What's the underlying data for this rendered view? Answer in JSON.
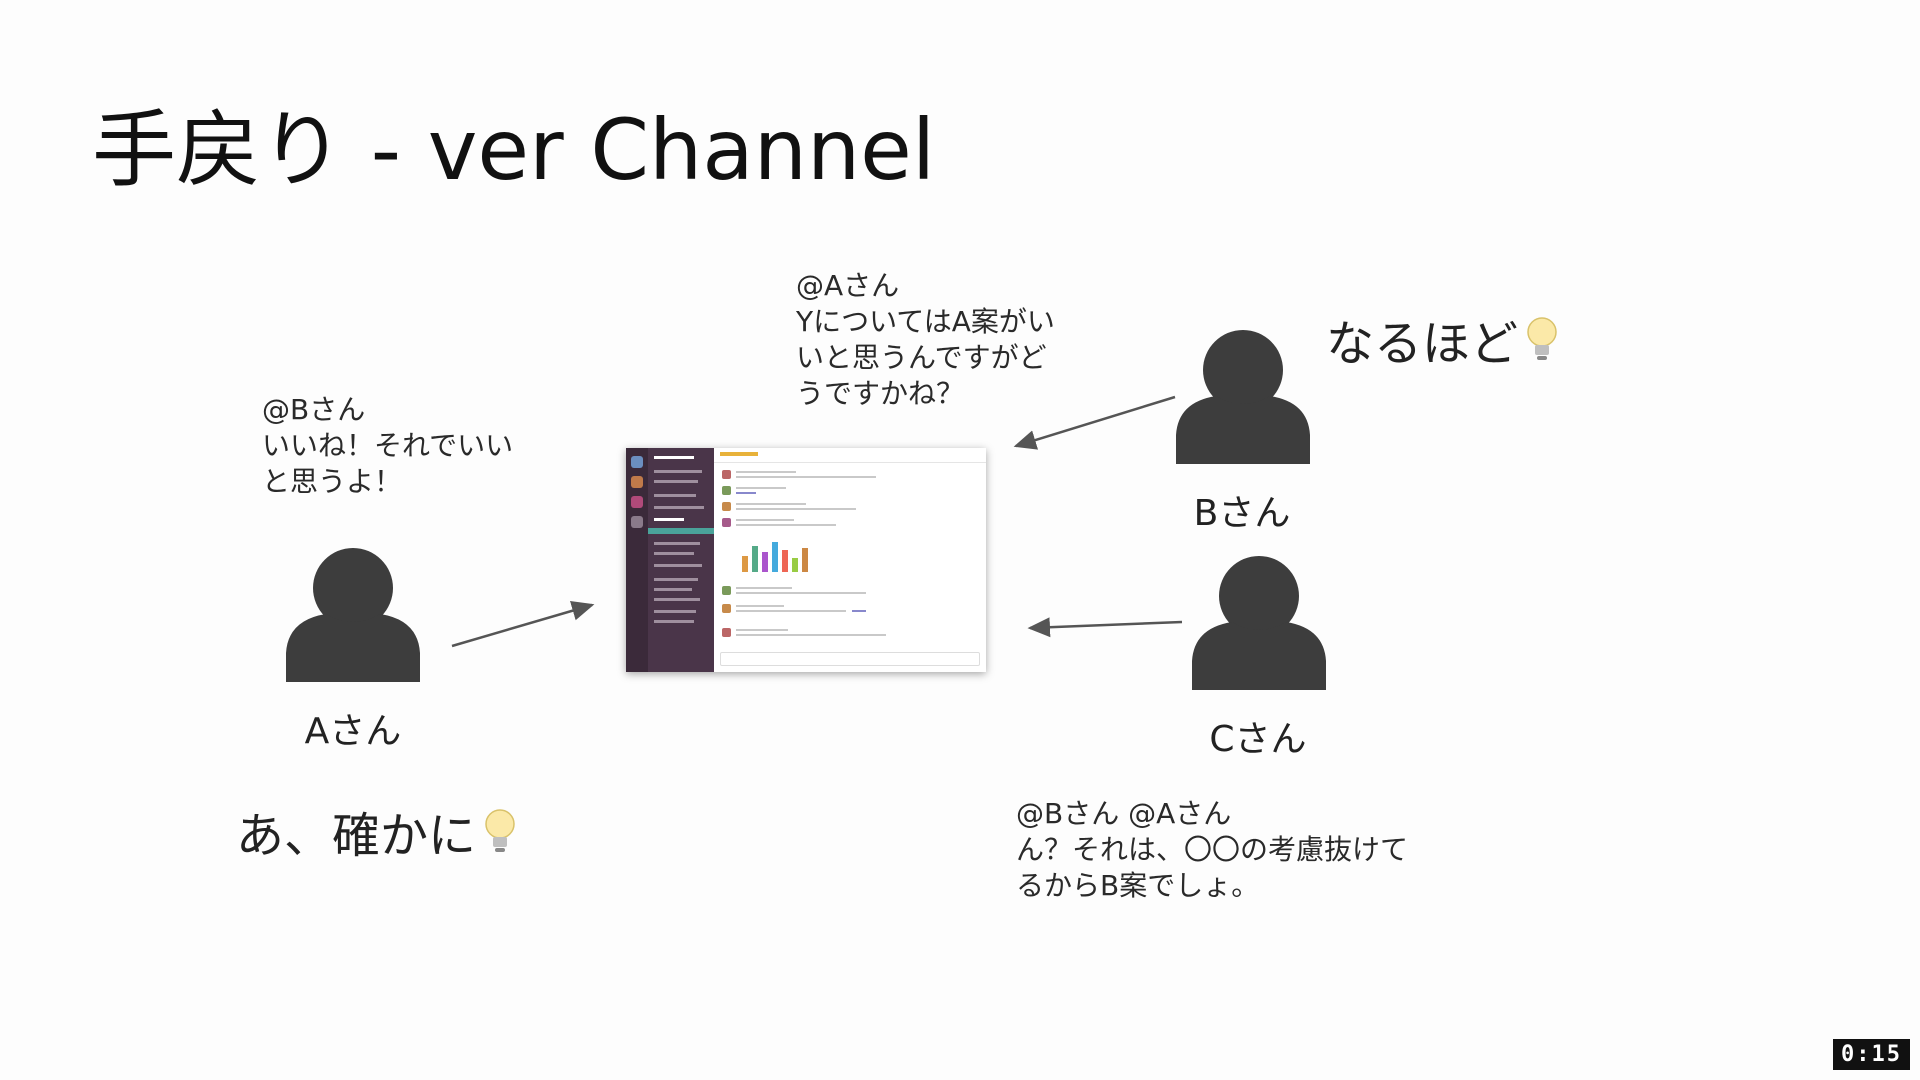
{
  "slide": {
    "title": "手戻り - ver Channel"
  },
  "people": {
    "a": {
      "name": "Aさん"
    },
    "b": {
      "name": "Bさん"
    },
    "c": {
      "name": "Cさん"
    }
  },
  "messages": {
    "to_a": "@Aさん\nYについてはA案がい\nいと思うんですがど\nうですかね？",
    "to_b": "@Bさん\nいいね！それでいい\nと思うよ！",
    "to_b_a": "@Bさん @Aさん\nん？それは、〇〇の考慮抜けて\nるからB案でしょ。"
  },
  "reactions": {
    "b": "なるほど",
    "a": "あ、確かに"
  },
  "icons": {
    "person": "person-silhouette-icon",
    "bulb": "light-bulb-icon",
    "app": "chat-app-screenshot"
  },
  "colors": {
    "person": "#3d3d3d",
    "arrow": "#555555",
    "sidebar": "#4a3549"
  },
  "timer": "0:15"
}
